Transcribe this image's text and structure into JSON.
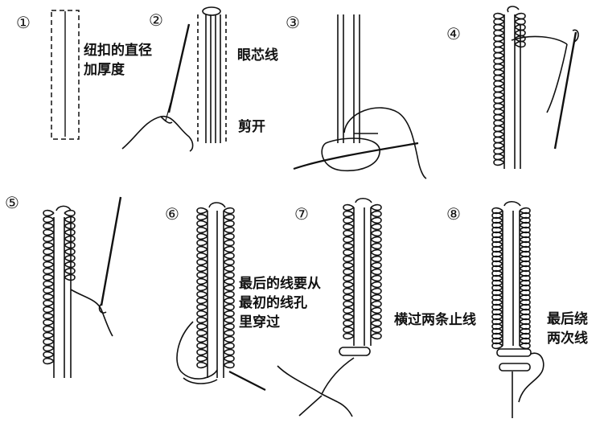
{
  "steps": [
    {
      "number": "①",
      "label_lines": [
        "纽扣的直径",
        "加厚度"
      ]
    },
    {
      "number": "②",
      "label_top": "眼芯线",
      "label_mid": "剪开"
    },
    {
      "number": "③"
    },
    {
      "number": "④"
    },
    {
      "number": "⑤"
    },
    {
      "number": "⑥",
      "label_lines": [
        "最后的线要从",
        "最初的线孔",
        "里穿过"
      ]
    },
    {
      "number": "⑦",
      "label": "横过两条止线"
    },
    {
      "number": "⑧",
      "label_lines": [
        "最后绕",
        "两次线"
      ]
    }
  ]
}
